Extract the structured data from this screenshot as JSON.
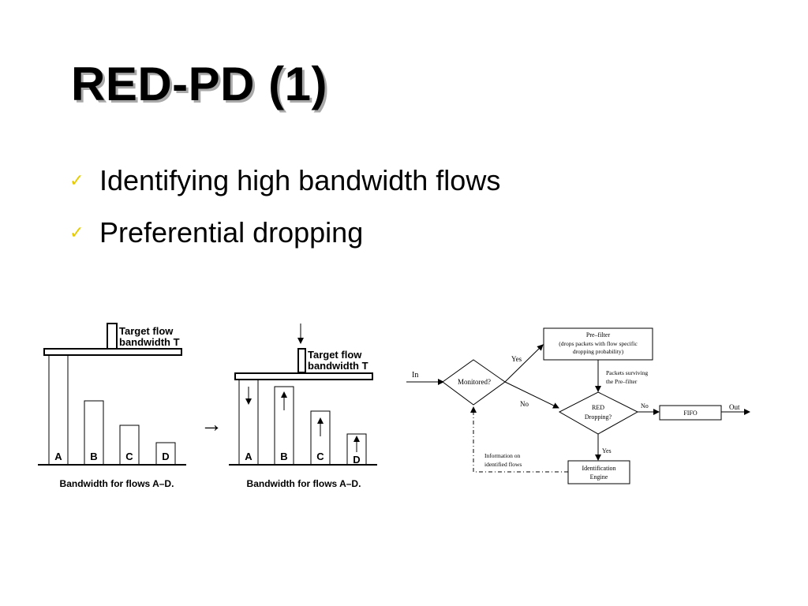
{
  "slide": {
    "title": "RED-PD (1)",
    "bullets": [
      {
        "text": "Identifying high bandwidth flows",
        "icon": "checkmark-icon"
      },
      {
        "text": "Preferential dropping",
        "icon": "checkmark-icon"
      }
    ],
    "bullet_color": "#e6cc00"
  },
  "left_figure": {
    "target_label_1": "Target flow",
    "target_label_2": "bandwidth T",
    "bar_labels": [
      "A",
      "B",
      "C",
      "D"
    ],
    "caption": "Bandwidth for flows A–D."
  },
  "middle_figure": {
    "target_label_1": "Target flow",
    "target_label_2": "bandwidth T",
    "bar_labels": [
      "A",
      "B",
      "C",
      "D"
    ],
    "caption": "Bandwidth for flows A–D."
  },
  "transition_arrow": "→",
  "flowchart": {
    "in": "In",
    "monitored": "Monitored?",
    "yes_top": "Yes",
    "no_left": "No",
    "prefilter_1": "Pre–filter",
    "prefilter_2": "(drops packets with flow specific",
    "prefilter_3": "dropping probability)",
    "surviving_1": "Packets surviving",
    "surviving_2": "the Pre–filter",
    "red_1": "RED",
    "red_2": "Dropping?",
    "no_right": "No",
    "fifo": "FIFO",
    "out": "Out",
    "yes_bottom": "Yes",
    "ident_1": "Identification",
    "ident_2": "Engine",
    "info_1": "Information on",
    "info_2": "identified flows"
  }
}
